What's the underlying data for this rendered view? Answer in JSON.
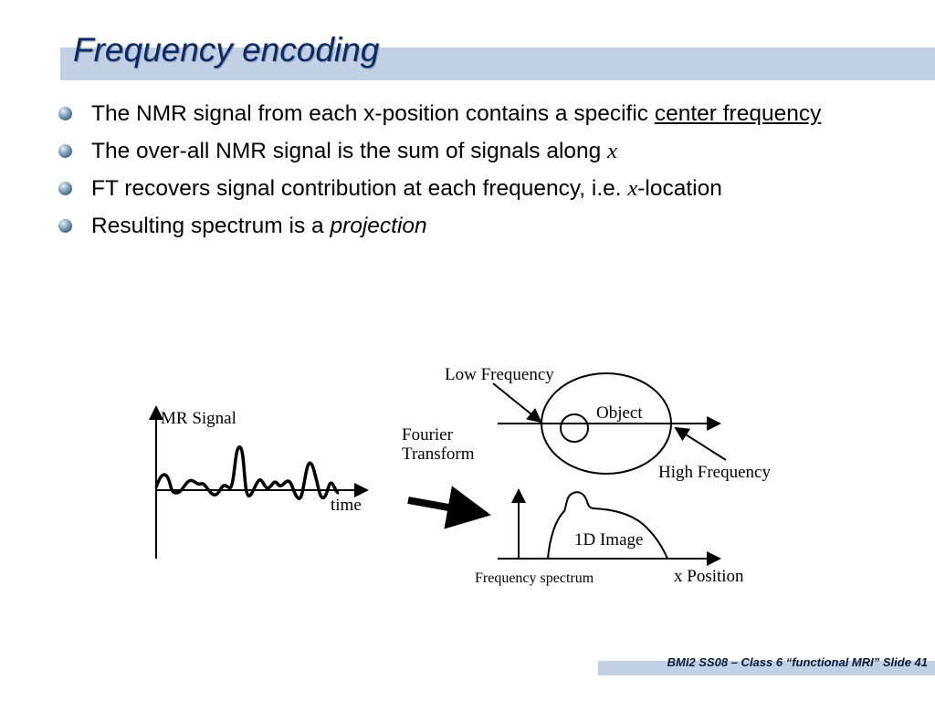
{
  "slide": {
    "title": "Frequency encoding",
    "footer": "BMI2 SS08 – Class 6 “functional MRI” Slide 41"
  },
  "bullets": [
    {
      "pre": "The NMR signal from each x-position contains a specific ",
      "link": "center frequency"
    },
    {
      "pre": "The over-all NMR signal is the sum of signals along ",
      "var": "x"
    },
    {
      "pre": "FT recovers signal contribution at each frequency, i.e. ",
      "var": "x",
      "post": "-location"
    },
    {
      "pre": "Resulting spectrum is a ",
      "emph": "projection"
    }
  ],
  "figure": {
    "mr_signal_label": "MR Signal",
    "time_label": "time",
    "fourier_label_line1": "Fourier",
    "fourier_label_line2": "Transform",
    "low_frequency_label": "Low Frequency",
    "high_frequency_label": "High Frequency",
    "object_label": "Object",
    "image_label": "1D Image",
    "frequency_spectrum_label": "Frequency spectrum",
    "x_position_label": "x Position"
  }
}
